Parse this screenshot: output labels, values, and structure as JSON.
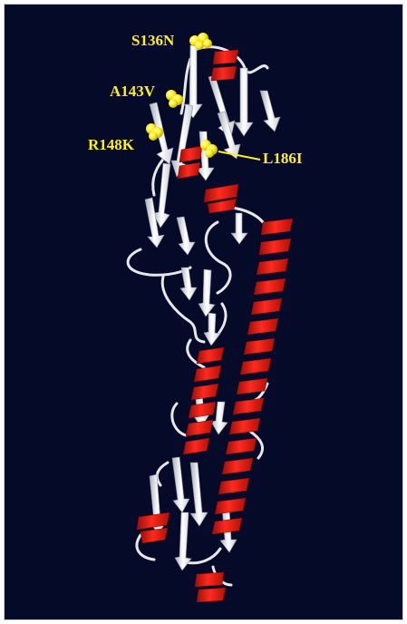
{
  "colors": {
    "background": "#050a28",
    "helix": "#e41b13",
    "helix_shade": "#9a0e0a",
    "sheet": "#ffffff",
    "sheet_shade": "#b9bec8",
    "coil": "#e6e8ec",
    "mutation": "#ffee22"
  },
  "labels": {
    "s136n": "S136N",
    "a143v": "A143V",
    "r148k": "R148K",
    "l186i": "L186I"
  }
}
